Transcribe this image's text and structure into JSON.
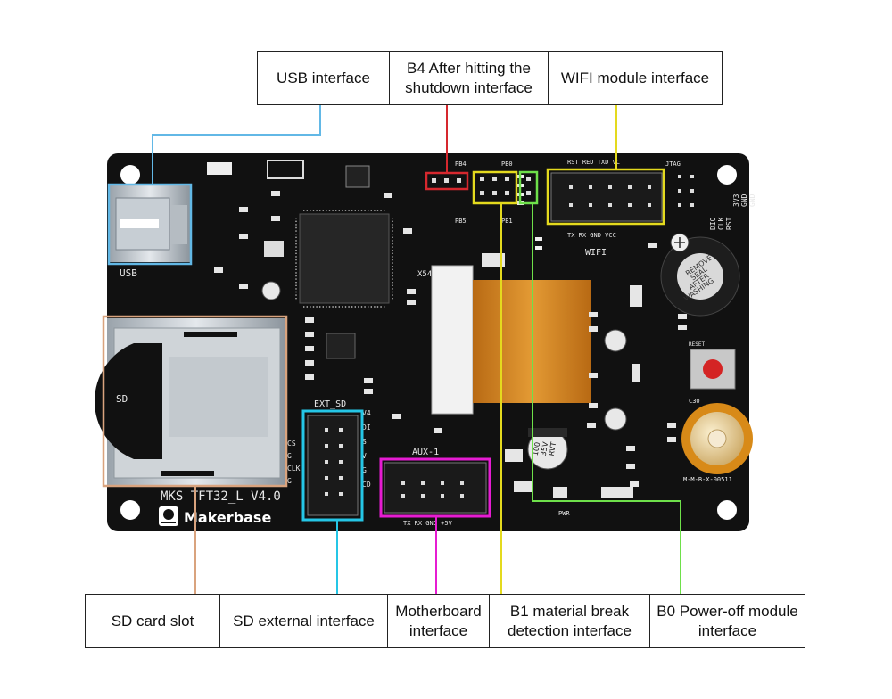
{
  "colors": {
    "usb": "#62b8e6",
    "b4": "#d6282e",
    "wifi": "#e4da1e",
    "b1": "#e4da1e",
    "b0": "#6ee04a",
    "sd_slot": "#d9a37e",
    "sd_ext": "#25c6e6",
    "motherboard": "#e61cd2",
    "board": "#101010",
    "ribbon": "#d88a22"
  },
  "labels": {
    "top": [
      {
        "id": "usb",
        "text": "USB interface"
      },
      {
        "id": "b4",
        "text": "B4 After hitting the shutdown interface"
      },
      {
        "id": "wifi",
        "text": "WIFI module interface"
      }
    ],
    "bottom": [
      {
        "id": "sd_slot",
        "text": "SD card slot"
      },
      {
        "id": "sd_ext",
        "text": "SD external interface"
      },
      {
        "id": "motherboard",
        "text": "Motherboard interface"
      },
      {
        "id": "b1",
        "text": "B1 material break detection interface"
      },
      {
        "id": "b0",
        "text": "B0 Power-off module interface"
      }
    ]
  },
  "board": {
    "model": "MKS TFT32_L V4.0",
    "brand": "Makerbase",
    "usb": "USB",
    "sd": "SD",
    "ext_sd": "EXT_SD",
    "aux": "AUX-1",
    "aux_pins": "TX  RX  GND  +5V",
    "wifi": "WIFI",
    "wifi_pins_top": "RST RED TXD VC",
    "wifi_pins_bottom": "TX  RX  GND  VCC",
    "jtag": "JTAG",
    "jtag_pins": [
      "DIO",
      "CLK",
      "RST",
      "3V3",
      "GND",
      "GND"
    ],
    "pb4": "PB4",
    "pb5": "PB5",
    "pb0": "PB0",
    "pb1": "PB1",
    "x54": "X54",
    "sd_ext_pins": [
      "V4",
      "DI",
      "S",
      "V",
      "G",
      "CD"
    ],
    "sd_slot_pins": [
      "CS",
      "G",
      "CLK",
      "G"
    ],
    "buzzer_text": [
      "REMOVE",
      "SEAL",
      "AFTER",
      "WASHING"
    ],
    "cap_text": [
      "100",
      "35V",
      "RVT"
    ],
    "footer_code": "M-M-B-X-00511",
    "reset": "RESET",
    "pwr": "PWR",
    "c30": "C30"
  }
}
